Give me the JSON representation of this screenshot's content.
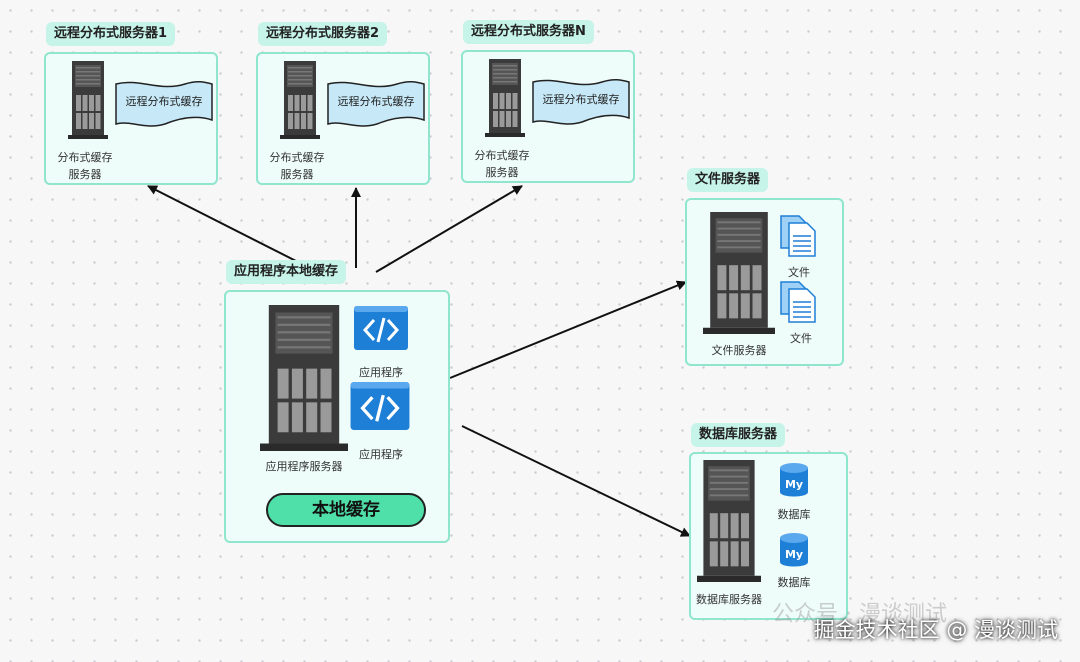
{
  "remote_servers": [
    {
      "tag": "远程分布式服务器1",
      "cache": "远程分布式缓存",
      "server": "分布式缓存\n服务器"
    },
    {
      "tag": "远程分布式服务器2",
      "cache": "远程分布式缓存",
      "server": "分布式缓存\n服务器"
    },
    {
      "tag": "远程分布式服务器N",
      "cache": "远程分布式缓存",
      "server": "分布式缓存\n服务器"
    }
  ],
  "app_server": {
    "tag": "应用程序本地缓存",
    "server": "应用程序服务器",
    "app1": "应用程序",
    "app2": "应用程序",
    "local_cache": "本地缓存"
  },
  "file_server": {
    "tag": "文件服务器",
    "server": "文件服务器",
    "file1": "文件",
    "file2": "文件"
  },
  "db_server": {
    "tag": "数据库服务器",
    "server": "数据库服务器",
    "db1": "数据库",
    "db2": "数据库",
    "db_icon_text": "My"
  },
  "watermark": "公众号 · 漫谈测试",
  "footer": "掘金技术社区 @ 漫谈测试",
  "colors": {
    "box_border": "#8fe6cc",
    "box_fill": "#eefcfa",
    "tag_fill": "#c7f4e8",
    "pill": "#4fe0a9",
    "icon_blue": "#1e7fd6"
  }
}
